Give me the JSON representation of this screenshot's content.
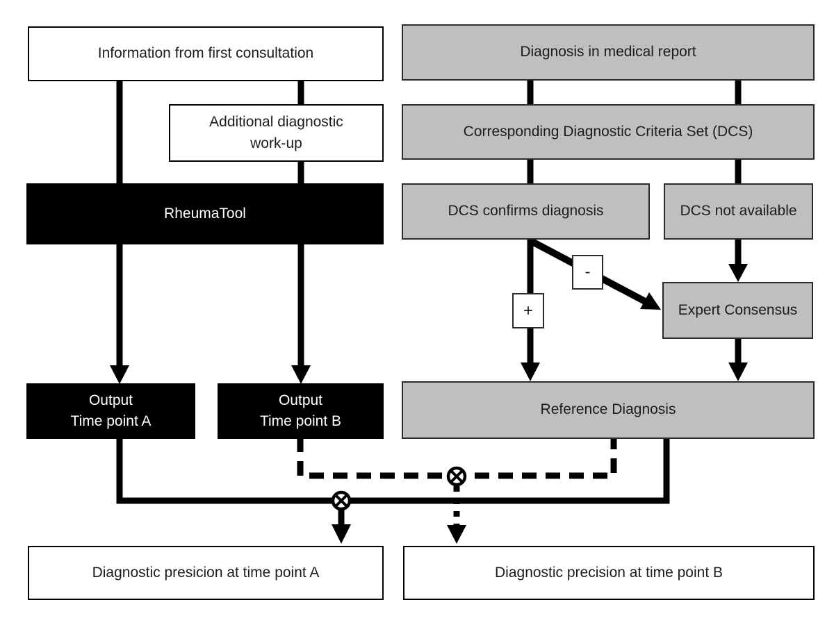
{
  "figure": {
    "boxes": {
      "info_consultation": {
        "label": "Information from first consultation"
      },
      "diagnosis_report": {
        "label": "Diagnosis in medical report"
      },
      "additional_workup": {
        "label": "Additional diagnostic\nwork-up"
      },
      "dcs_set": {
        "label": "Corresponding Diagnostic Criteria Set (DCS)"
      },
      "rheumatool": {
        "label": "RheumaTool"
      },
      "dcs_confirms": {
        "label": "DCS confirms diagnosis"
      },
      "dcs_not_available": {
        "label": "DCS not available"
      },
      "expert_consensus": {
        "label": "Expert Consensus"
      },
      "output_a": {
        "label": "Output\nTime point A"
      },
      "output_b": {
        "label": "Output\nTime point B"
      },
      "reference_diagnosis": {
        "label": "Reference Diagnosis"
      },
      "precision_a": {
        "label": "Diagnostic presicion at time point A"
      },
      "precision_b": {
        "label": "Diagnostic precision at time point B"
      }
    },
    "operators": {
      "plus": {
        "label": "+"
      },
      "minus": {
        "label": "-"
      }
    },
    "icons": {
      "comparison": "circled-times"
    },
    "colors": {
      "box_gray": "#bfbfbf",
      "box_black": "#000000",
      "box_white": "#ffffff",
      "border": "#000000",
      "line": "#000000"
    }
  }
}
